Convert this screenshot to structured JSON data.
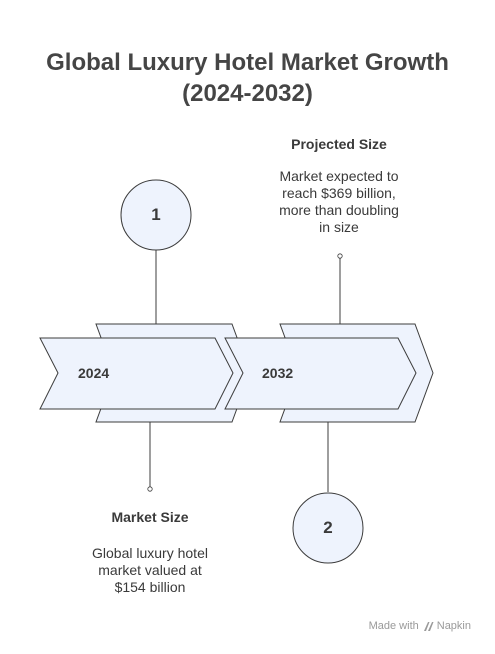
{
  "title": {
    "line1": "Global Luxury Hotel Market Growth",
    "line2": "(2024-2032)"
  },
  "milestones": [
    {
      "step": "1",
      "year": "2024",
      "heading": "Market Size",
      "description": [
        "Global luxury hotel",
        "market valued at",
        "$154 billion"
      ]
    },
    {
      "step": "2",
      "year": "2032",
      "heading": "Projected Size",
      "description": [
        "Market expected to",
        "reach $369 billion,",
        "more than doubling",
        "in size"
      ]
    }
  ],
  "footer": {
    "made_with": "Made with",
    "brand": "Napkin"
  },
  "colors": {
    "fill": "#eef3fd",
    "stroke": "#3c3c3c"
  }
}
